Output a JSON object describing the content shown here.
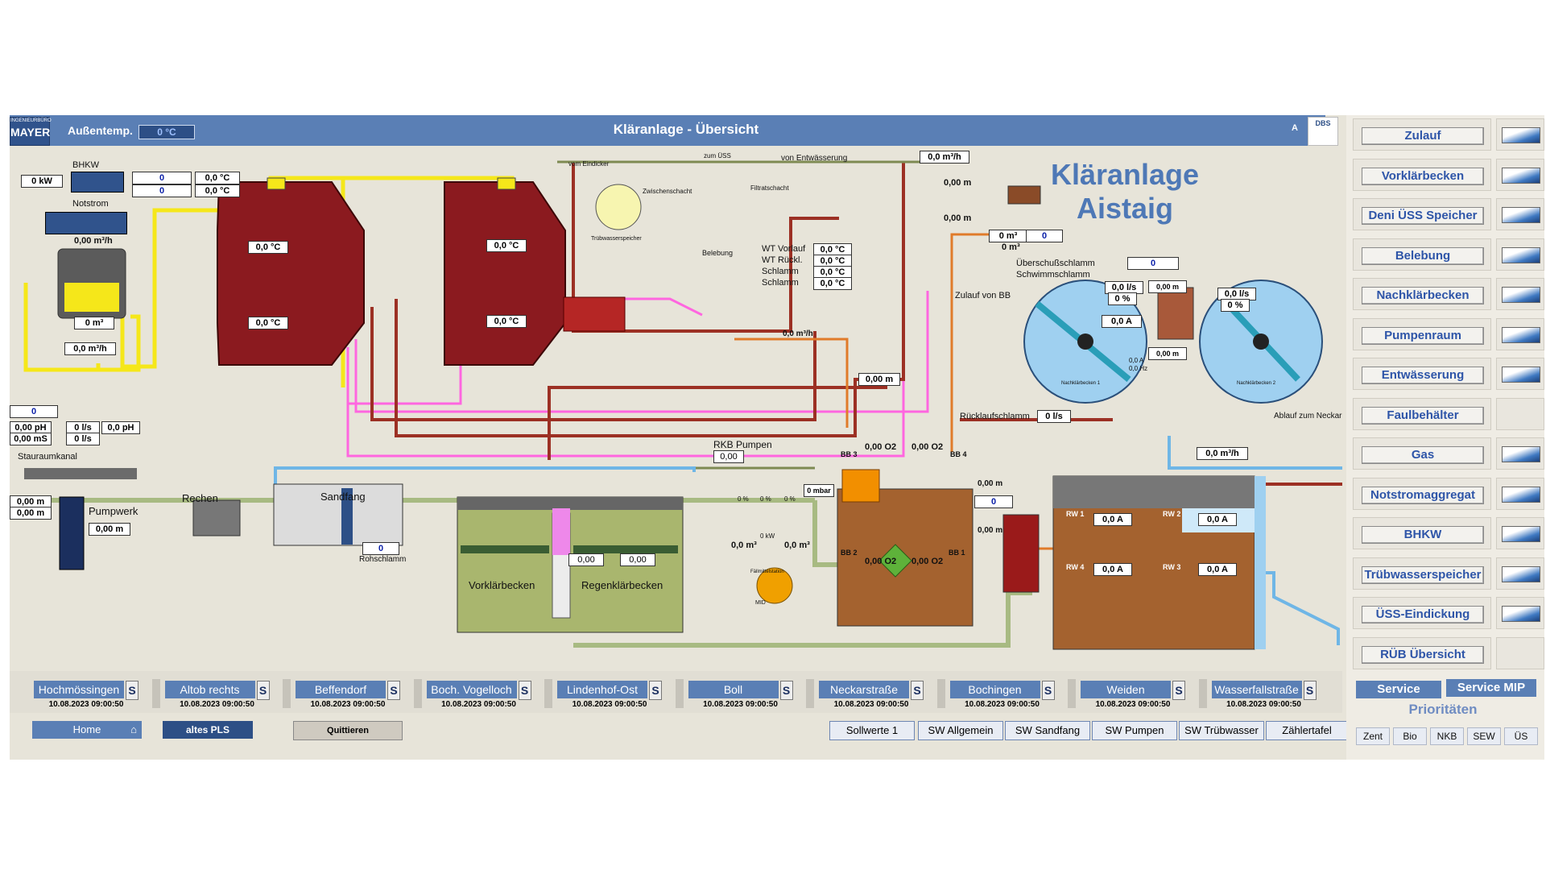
{
  "header": {
    "logo_line1": "INGENIEURBÜRO",
    "logo_line2": "MAYER",
    "outdoor_label": "Außentemp.",
    "outdoor_value": "0 °C",
    "title": "Kläranlage - Übersicht",
    "mode_letter": "A",
    "badge": "DBS"
  },
  "plant": {
    "big_title_1": "Kläranlage",
    "big_title_2": "Aistaig",
    "bhkw": {
      "label": "BHKW",
      "power": "0 kW",
      "val1": "0",
      "val2": "0",
      "temp1": "0,0 °C",
      "temp2": "0,0 °C"
    },
    "notstrom": {
      "label": "Notstrom",
      "flow": "0,00 m³/h"
    },
    "gas_store": {
      "volume": "0 m³",
      "flow": "0,0 m³/h"
    },
    "digesters": {
      "t1_top": "0,0 °C",
      "t1_bottom": "0,0 °C",
      "t2_top": "0,0 °C",
      "t2_bottom": "0,0 °C"
    },
    "labels": {
      "vom_eindicker": "vom Eindicker",
      "zum_uss": "zum ÜSS",
      "von_entwaesserung": "von Entwässerung",
      "zwischenschacht": "Zwischenschacht",
      "filtratschacht": "Filtratschacht",
      "truebwasserspeicher": "Trübwasserspeicher",
      "belebung": "Belebung",
      "wt_vorlauf": "WT Vorlauf",
      "wt_rueckl": "WT Rückl.",
      "schlamm1": "Schlamm",
      "schlamm2": "Schlamm",
      "ueberschuss": "Überschußschlamm",
      "schwimm": "Schwimmschlamm",
      "zulauf_bb": "Zulauf von BB",
      "ruecklauf": "Rücklaufschlamm",
      "ablauf": "Ablauf zum Neckar",
      "nk1": "Nachklärbecken 1",
      "nk2": "Nachklärbecken 2",
      "rkb_pumpen": "RKB Pumpen",
      "stauraum": "Stauraumkanal",
      "pumpwerk": "Pumpwerk",
      "rechen": "Rechen",
      "sandfang": "Sandfang",
      "vorklaer": "Vorklärbecken",
      "regenklaer": "Regenklärbecken",
      "rohschlamm": "Rohschlamm",
      "mid": "MID",
      "faellmittel": "Fällmittelstation",
      "bb1": "BB 1",
      "bb2": "BB 2",
      "bb3": "BB 3",
      "bb4": "BB 4",
      "rw1": "RW 1",
      "rw2": "RW 2",
      "rw3": "RW 3",
      "rw4": "RW 4"
    },
    "wt": {
      "vorlauf": "0,0 °C",
      "rueckl": "0,0 °C",
      "schlamm1": "0,0 °C",
      "schlamm2": "0,0 °C"
    },
    "values": {
      "entw_flow": "0,0 m³/h",
      "entw_level1": "0,00 m",
      "entw_level2": "0,00 m",
      "container1": "0 m³",
      "container1_b": "0",
      "container2": "0 m³",
      "ueberschuss_val": "0",
      "nk_ls1": "0,0 l/s",
      "nk_pct1": "0 %",
      "nk_a1": "0,0 A",
      "nk_m": "0,00 m",
      "nk_m2": "0,00 m",
      "nk_ls2": "0,0 l/s",
      "nk_pct2": "0 %",
      "nk_small": "0,0 A",
      "nk_hz": "0,0 Hz",
      "ruecklauf_val": "0 l/s",
      "pump_flow": "0,0 m³/h",
      "pump_level": "0,00 m",
      "zulauf_val": "0",
      "ph1": "0,00 pH",
      "ms1": "0,00 mS",
      "ls1": "0 l/s",
      "ls2": "0 l/s",
      "ph2": "0,0 pH",
      "stau_m1": "0,00 m",
      "stau_m2": "0,00 m",
      "pw_level": "0,00 m",
      "rohschlamm_val": "0",
      "rkb_val": "0,00",
      "vkb_val1": "0,00",
      "vkb_val2": "0,00",
      "mbar": "0 mbar",
      "pct_a": "0 %",
      "pct_b": "0 %",
      "pct_c": "0 %",
      "kw": "0 kW",
      "m3_a": "0,0 m³",
      "m3_b": "0,0 m³",
      "o2_tl": "0,00 O2",
      "o2_tr": "0,00 O2",
      "o2_bl": "0,00 O2",
      "o2_br": "0,00 O2",
      "bb_m1": "0,00 m",
      "bb_m2": "0,00 m",
      "bb_val": "0",
      "rw1_a": "0,0 A",
      "rw2_a": "0,0 A",
      "rw3_a": "0,0 A",
      "rw4_a": "0,0 A",
      "sk_flow": "0,0 m³/h"
    }
  },
  "nav": [
    {
      "label": "Zulauf",
      "icon": true
    },
    {
      "label": "Vorklärbecken",
      "icon": true
    },
    {
      "label": "Deni ÜSS Speicher",
      "icon": true
    },
    {
      "label": "Belebung",
      "icon": true
    },
    {
      "label": "Nachklärbecken",
      "icon": true
    },
    {
      "label": "Pumpenraum",
      "icon": true
    },
    {
      "label": "Entwässerung",
      "icon": true
    },
    {
      "label": "Faulbehälter",
      "icon": false
    },
    {
      "label": "Gas",
      "icon": true
    },
    {
      "label": "Notstromaggregat",
      "icon": true
    },
    {
      "label": "BHKW",
      "icon": true
    },
    {
      "label": "Trübwasserspeicher",
      "icon": true
    },
    {
      "label": "ÜSS-Eindickung",
      "icon": true
    },
    {
      "label": "RÜB Übersicht",
      "icon": false
    }
  ],
  "stations": [
    {
      "name": "Hochmössingen",
      "flag": "S",
      "date": "10.08.2023 09:00:50"
    },
    {
      "name": "Altob rechts",
      "flag": "S",
      "date": "10.08.2023 09:00:50"
    },
    {
      "name": "Beffendorf",
      "flag": "S",
      "date": "10.08.2023 09:00:50"
    },
    {
      "name": "Boch. Vogelloch",
      "flag": "S",
      "date": "10.08.2023 09:00:50"
    },
    {
      "name": "Lindenhof-Ost",
      "flag": "S",
      "date": "10.08.2023 09:00:50"
    },
    {
      "name": "Boll",
      "flag": "S",
      "date": "10.08.2023 09:00:50"
    },
    {
      "name": "Neckarstraße",
      "flag": "S",
      "date": "10.08.2023 09:00:50"
    },
    {
      "name": "Bochingen",
      "flag": "S",
      "date": "10.08.2023 09:00:50"
    },
    {
      "name": "Weiden",
      "flag": "S",
      "date": "10.08.2023 09:00:50"
    },
    {
      "name": "Wasserfallstraße",
      "flag": "S",
      "date": "10.08.2023 09:00:50"
    }
  ],
  "bottom": {
    "home": "Home",
    "altes_pls": "altes PLS",
    "quittieren": "Quittieren",
    "buttons": [
      "Sollwerte 1",
      "SW Allgemein",
      "SW Sandfang",
      "SW Pumpen",
      "SW Trübwasser",
      "Zählertafel"
    ],
    "service": "Service",
    "service_mip": "Service MIP",
    "prioritaeten": "Prioritäten",
    "prio": [
      "Zent",
      "Bio",
      "NKB",
      "SEW",
      "ÜS"
    ]
  },
  "colors": {
    "header_blue": "#5a7fb5",
    "digester_red": "#8b1a1f",
    "sludge_brown": "#9a5a2a",
    "water_blue": "#9fd0f0",
    "gas_yellow": "#f5e71a",
    "pipe_magenta": "#ff66e0"
  }
}
